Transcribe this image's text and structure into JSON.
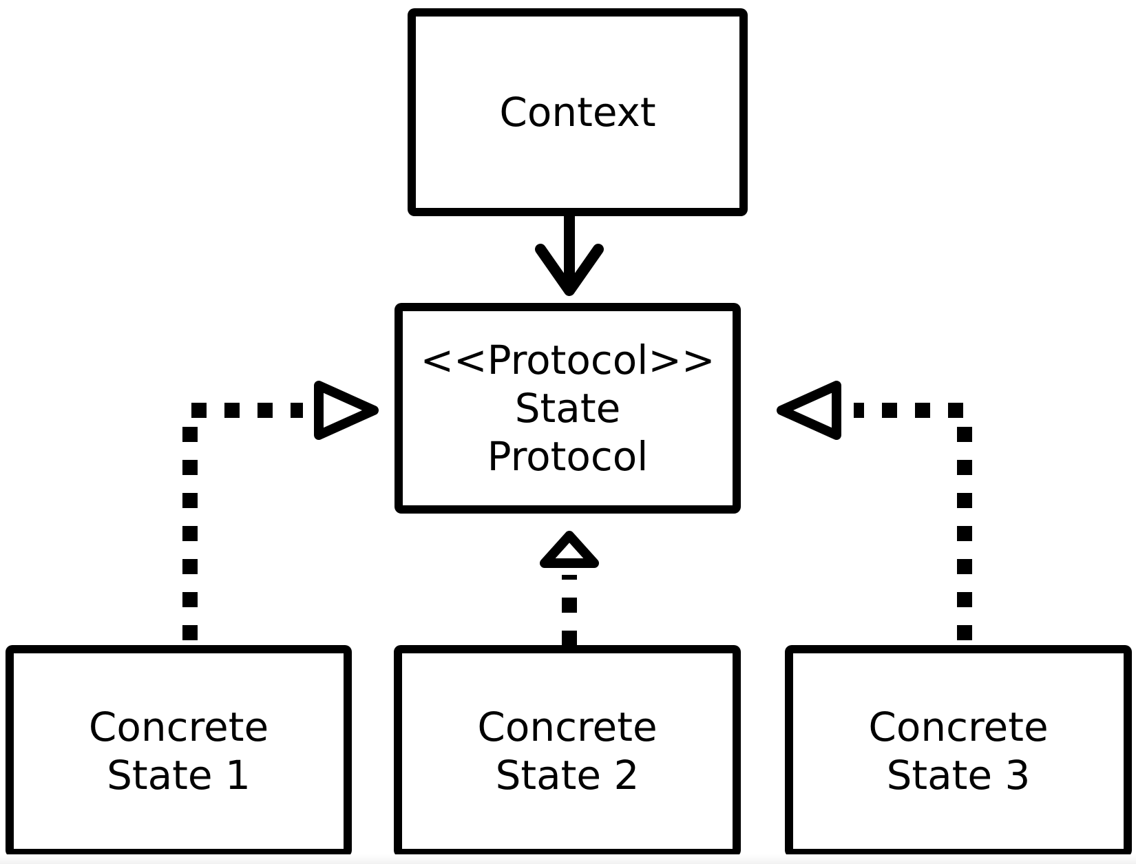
{
  "diagram": {
    "title": "State pattern diagram",
    "nodes": {
      "context": {
        "lines": [
          "Context"
        ]
      },
      "state_protocol": {
        "lines": [
          "<<Protocol>>",
          "State",
          "Protocol"
        ]
      },
      "concrete_state_1": {
        "lines": [
          "Concrete",
          "State 1"
        ]
      },
      "concrete_state_2": {
        "lines": [
          "Concrete",
          "State 2"
        ]
      },
      "concrete_state_3": {
        "lines": [
          "Concrete",
          "State 3"
        ]
      }
    },
    "edges": [
      {
        "from": "context",
        "to": "state_protocol",
        "type": "association",
        "style": "solid",
        "arrowhead": "open-arrow"
      },
      {
        "from": "concrete_state_1",
        "to": "state_protocol",
        "type": "realization",
        "style": "dotted",
        "arrowhead": "hollow-triangle"
      },
      {
        "from": "concrete_state_2",
        "to": "state_protocol",
        "type": "realization",
        "style": "dotted",
        "arrowhead": "hollow-triangle"
      },
      {
        "from": "concrete_state_3",
        "to": "state_protocol",
        "type": "realization",
        "style": "dotted",
        "arrowhead": "hollow-triangle"
      }
    ],
    "colors": {
      "stroke": "#000000",
      "background": "#ffffff"
    }
  }
}
